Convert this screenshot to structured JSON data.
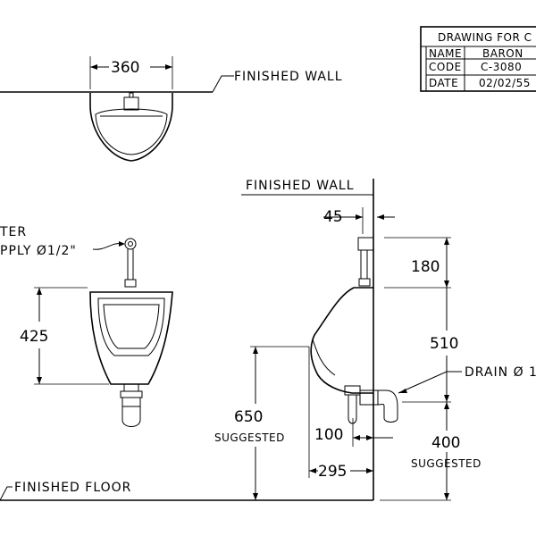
{
  "title_block": {
    "heading": "DRAWING FOR C",
    "rows": [
      {
        "key": "NAME",
        "value": "BARON"
      },
      {
        "key": "CODE",
        "value": "C-3080"
      },
      {
        "key": "DATE",
        "value": "02/02/55"
      }
    ]
  },
  "labels": {
    "finished_wall_top": "FINISHED WALL",
    "finished_wall_side": "FINISHED WALL",
    "finished_floor": "FINISHED FLOOR",
    "water_supply_line1": "TER",
    "water_supply_line2": "PPLY Ø1/2\"",
    "drain": "DRAIN Ø 1",
    "suggested_650": "SUGGESTED",
    "suggested_400": "SUGGESTED"
  },
  "dimensions": {
    "width_top": "360",
    "height_front": "425",
    "offset_45": "45",
    "height_180": "180",
    "height_510": "510",
    "height_650": "650",
    "depth_100": "100",
    "height_400": "400",
    "depth_295": "295"
  }
}
